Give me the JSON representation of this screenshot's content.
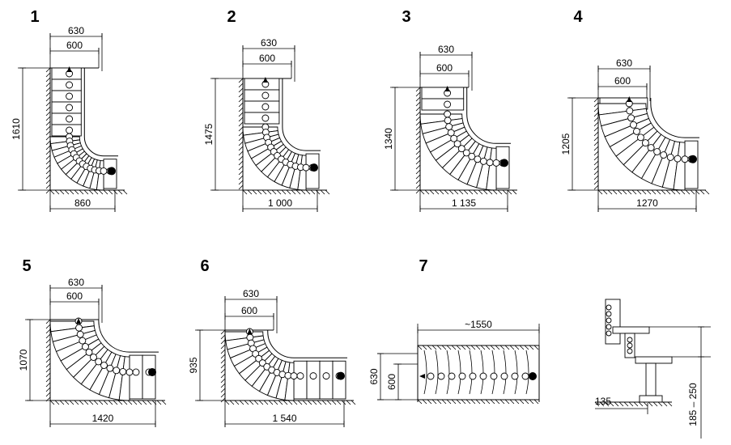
{
  "variants": [
    {
      "id": "1",
      "w_outer": "630",
      "w_inner": "600",
      "height": "1610",
      "width": "860"
    },
    {
      "id": "2",
      "w_outer": "630",
      "w_inner": "600",
      "height": "1475",
      "width": "1 000"
    },
    {
      "id": "3",
      "w_outer": "630",
      "w_inner": "600",
      "height": "1340",
      "width": "1 135"
    },
    {
      "id": "4",
      "w_outer": "630",
      "w_inner": "600",
      "height": "1205",
      "width": "1270"
    },
    {
      "id": "5",
      "w_outer": "630",
      "w_inner": "600",
      "height": "1070",
      "width": "1420"
    },
    {
      "id": "6",
      "w_outer": "630",
      "w_inner": "600",
      "height": "935",
      "width": "1 540"
    },
    {
      "id": "7",
      "length": "~1550",
      "h_outer": "630",
      "h_inner": "600"
    }
  ],
  "detail": {
    "offset": "135",
    "rise": "185 – 250"
  }
}
